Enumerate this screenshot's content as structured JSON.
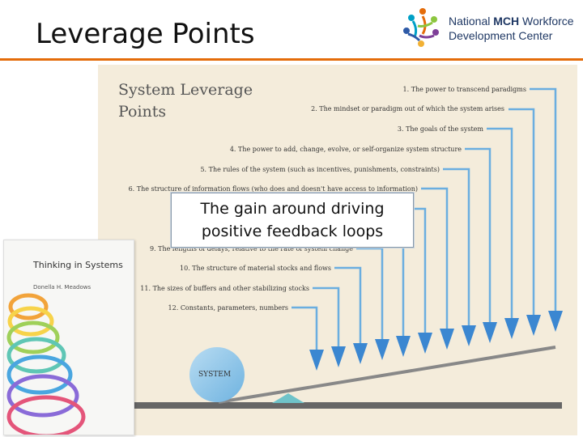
{
  "slide": {
    "title": "Leverage Points"
  },
  "logo": {
    "line1_prefix": "National ",
    "line1_bold": "MCH",
    "line1_suffix": " Workforce",
    "line2": "Development Center"
  },
  "diagram": {
    "title": "System Leverage Points",
    "levers": [
      {
        "label": "1. The power to transcend paradigms"
      },
      {
        "label": "2. The mindset or paradigm out of which the system arises"
      },
      {
        "label": "3. The goals of the system"
      },
      {
        "label": "4. The power to add, change, evolve, or self-organize system structure"
      },
      {
        "label": "5. The rules of the system (such as incentives, punishments, constraints)"
      },
      {
        "label": "6. The structure of information flows (who does and doesn't have access to information)"
      },
      {
        "label": "9. The lengths of delays, relative to the rate of system change"
      },
      {
        "label": "10. The structure of material stocks and flows"
      },
      {
        "label": "11. The sizes of buffers and other stabilizing stocks"
      },
      {
        "label": "12. Constants, parameters, numbers"
      }
    ],
    "system_label": "SYSTEM",
    "callout_line1": "The gain around driving",
    "callout_line2": "positive feedback loops"
  },
  "book": {
    "title": "Thinking in Systems",
    "author": "Donella H. Meadows"
  }
}
